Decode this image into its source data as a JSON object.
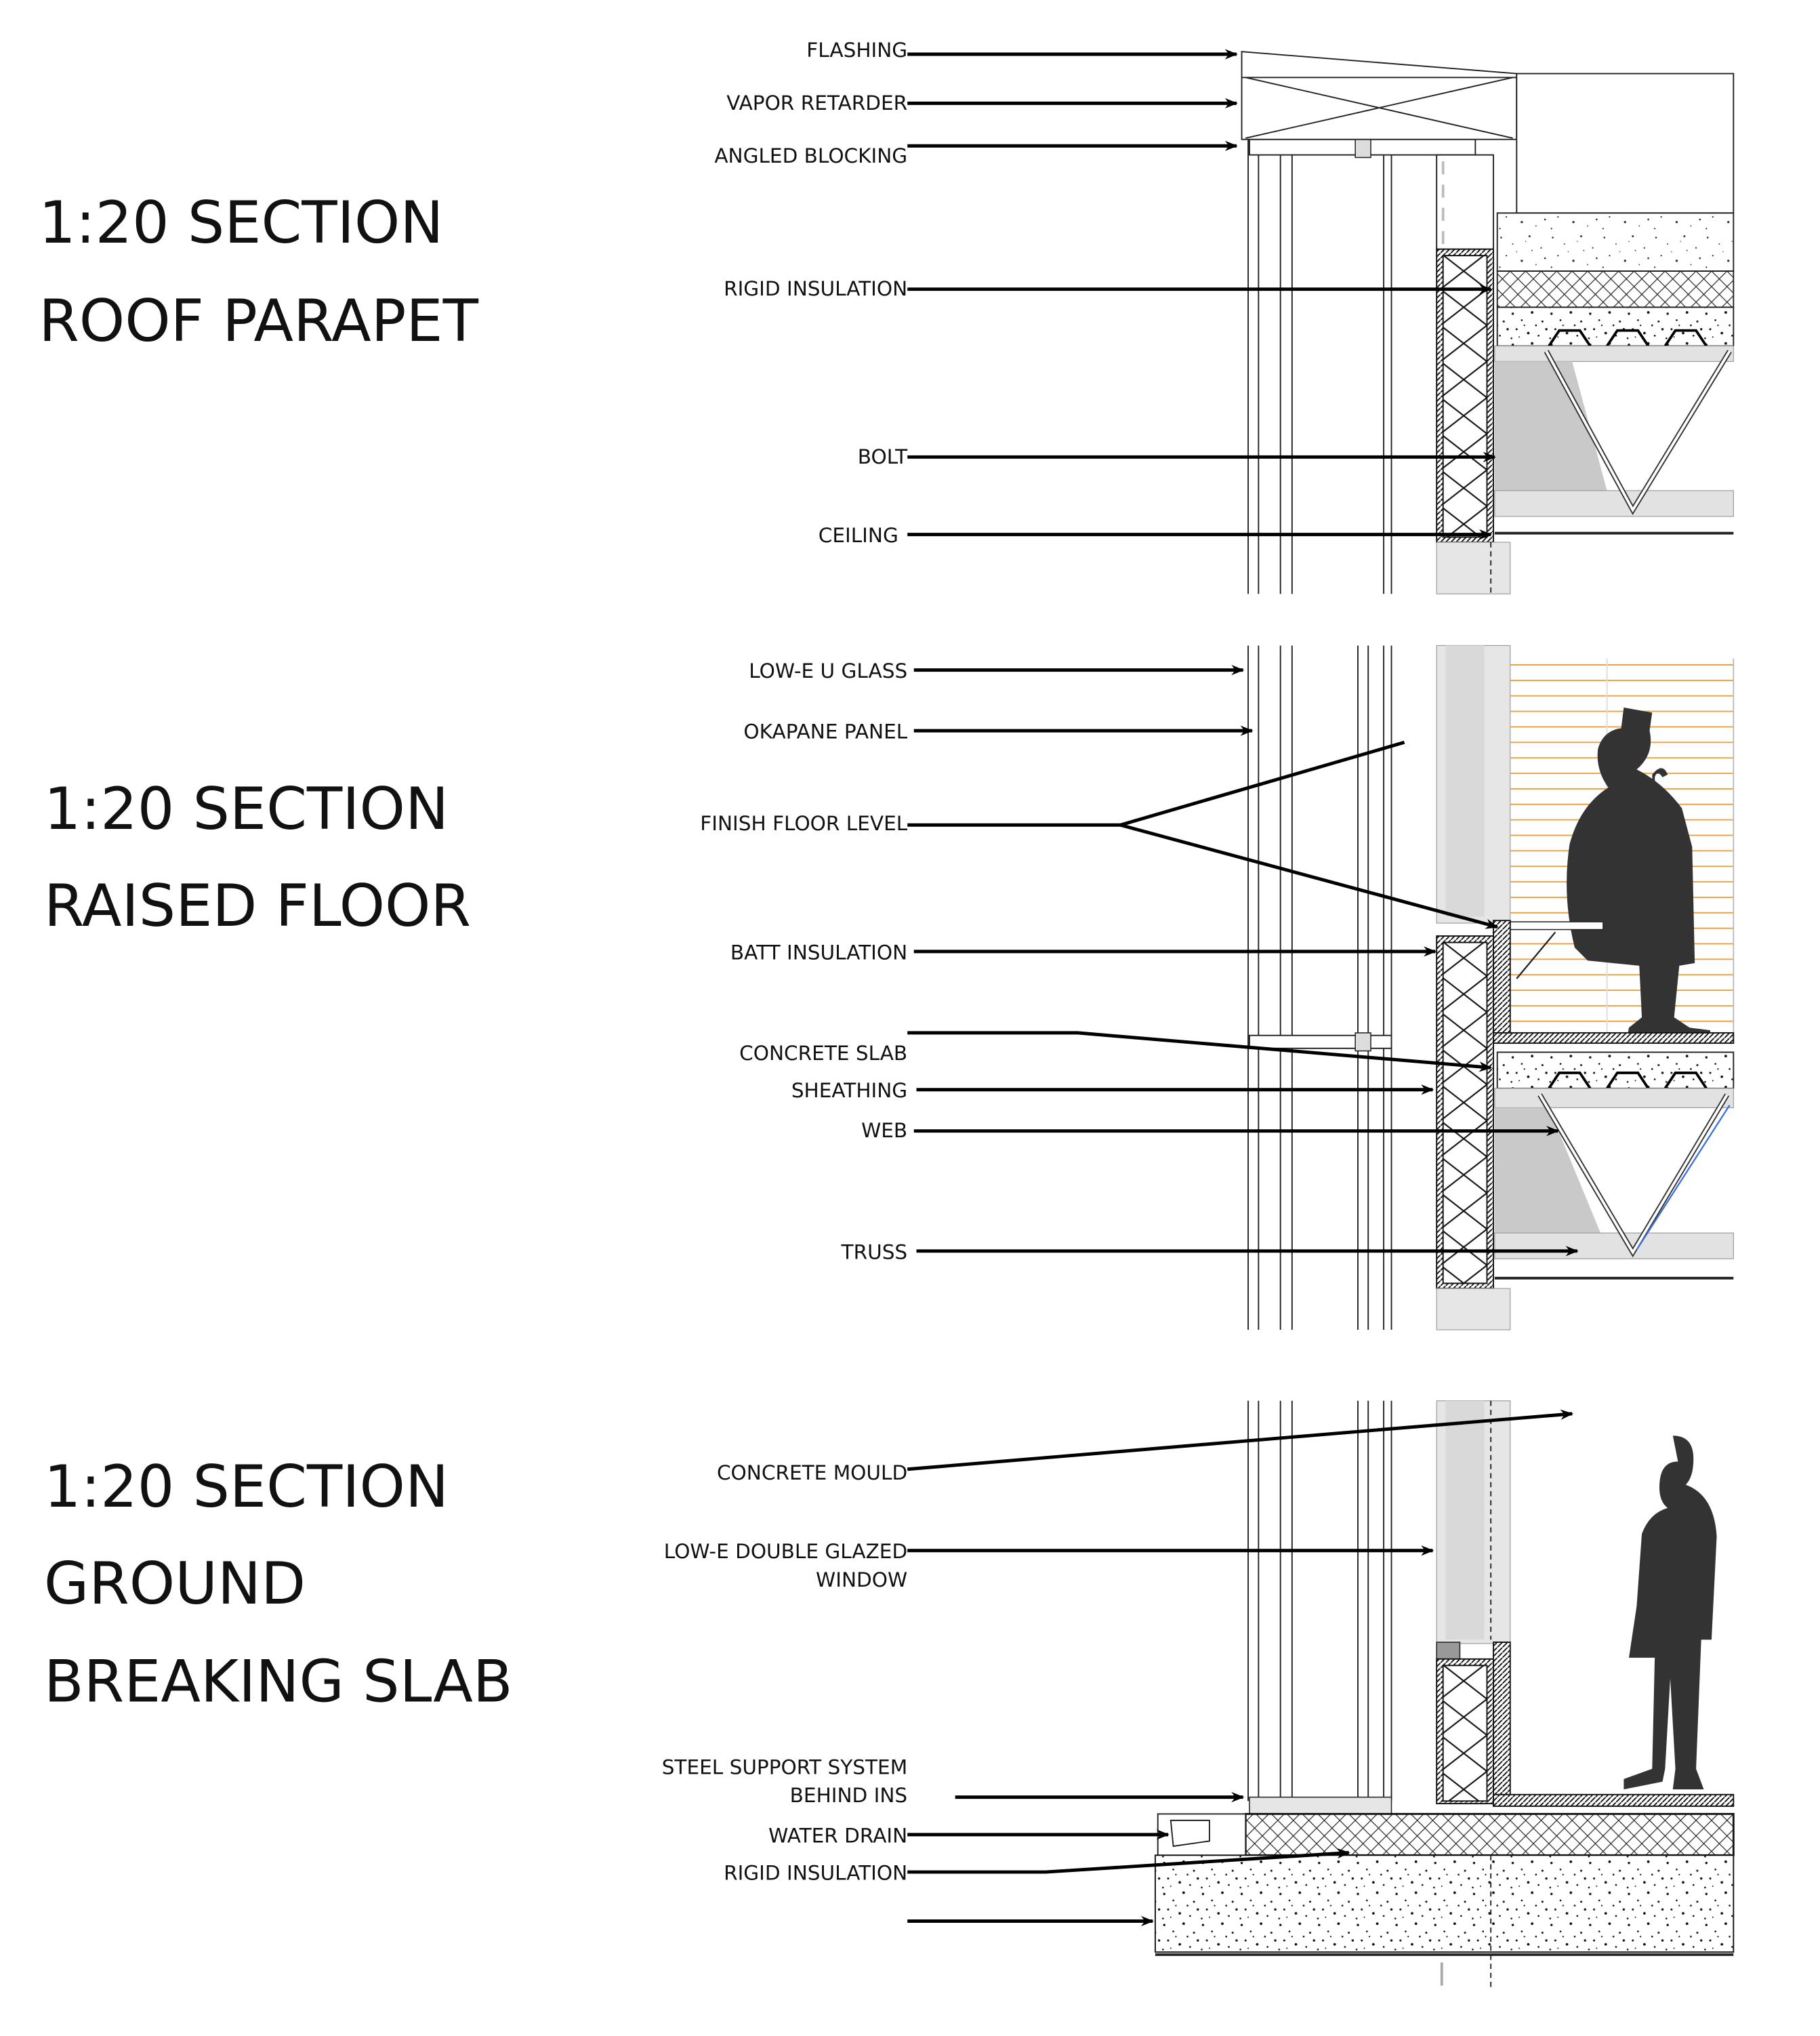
{
  "sections": [
    {
      "title_lines": [
        "1:20 SECTION",
        "ROOF PARAPET"
      ],
      "labels": [
        "FLASHING",
        "VAPOR RETARDER",
        "ANGLED BLOCKING",
        "RIGID INSULATION",
        "BOLT",
        "CEILING"
      ]
    },
    {
      "title_lines": [
        "1:20 SECTION",
        "RAISED FLOOR"
      ],
      "labels": [
        "LOW-E U GLASS",
        "OKAPANE PANEL",
        "FINISH FLOOR LEVEL",
        "BATT INSULATION",
        "CONCRETE SLAB",
        "SHEATHING",
        "WEB",
        "TRUSS"
      ]
    },
    {
      "title_lines": [
        "1:20 SECTION",
        "GROUND",
        "BREAKING SLAB"
      ],
      "labels": [
        "CONCRETE MOULD",
        "LOW-E DOUBLE GLAZED",
        "WINDOW",
        "STEEL SUPPORT SYSTEM",
        "BEHIND INS",
        "WATER DRAIN",
        "RIGID INSULATION"
      ]
    }
  ],
  "colors": {
    "blinds": "#f0a040",
    "web_highlight": "#3a6fe0",
    "silhouette": "#333333",
    "fill_grey": "#cfcfcf"
  }
}
